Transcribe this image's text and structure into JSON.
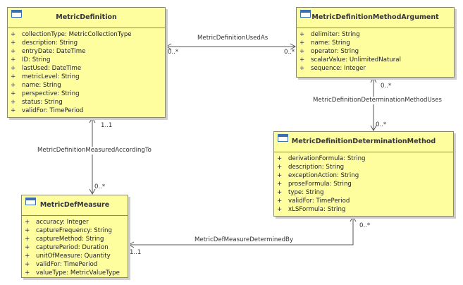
{
  "classes": {
    "metric_definition": {
      "title": "MetricDefinition",
      "attributes": [
        {
          "vis": "+",
          "text": "collectionType: MetricCollectionType"
        },
        {
          "vis": "+",
          "text": "description: String"
        },
        {
          "vis": "+",
          "text": "entryDate: DateTime"
        },
        {
          "vis": "+",
          "text": "ID: String"
        },
        {
          "vis": "+",
          "text": "lastUsed: DateTime"
        },
        {
          "vis": "+",
          "text": "metricLevel: String"
        },
        {
          "vis": "+",
          "text": "name: String"
        },
        {
          "vis": "+",
          "text": "perspective: String"
        },
        {
          "vis": "+",
          "text": "status: String"
        },
        {
          "vis": "+",
          "text": "validFor: TimePeriod"
        }
      ]
    },
    "method_argument": {
      "title": "MetricDefinitionMethodArgument",
      "attributes": [
        {
          "vis": "+",
          "text": "delimiter: String"
        },
        {
          "vis": "+",
          "text": "name: String"
        },
        {
          "vis": "+",
          "text": "operator: String"
        },
        {
          "vis": "+",
          "text": "scalarValue: UnlimitedNatural"
        },
        {
          "vis": "+",
          "text": "sequence: Integer"
        }
      ]
    },
    "determination_method": {
      "title": "MetricDefinitionDeterminationMethod",
      "attributes": [
        {
          "vis": "+",
          "text": "derivationFormula: String"
        },
        {
          "vis": "+",
          "text": "description: String"
        },
        {
          "vis": "+",
          "text": "exceptionAction: String"
        },
        {
          "vis": "+",
          "text": "proseFormula: String"
        },
        {
          "vis": "+",
          "text": "type: String"
        },
        {
          "vis": "+",
          "text": "validFor: TimePeriod"
        },
        {
          "vis": "+",
          "text": "xLSFormula: String"
        }
      ]
    },
    "def_measure": {
      "title": "MetricDefMeasure",
      "attributes": [
        {
          "vis": "+",
          "text": "accuracy: Integer"
        },
        {
          "vis": "+",
          "text": "captureFrequency: String"
        },
        {
          "vis": "+",
          "text": "captureMethod: String"
        },
        {
          "vis": "+",
          "text": "capturePeriod: Duration"
        },
        {
          "vis": "+",
          "text": "unitOfMeasure: Quantity"
        },
        {
          "vis": "+",
          "text": "validFor: TimePeriod"
        },
        {
          "vis": "+",
          "text": "valueType: MetricValueType"
        }
      ]
    }
  },
  "associations": {
    "used_as": {
      "label": "MetricDefinitionUsedAs",
      "mult_a": "0..*",
      "mult_b": "0..*"
    },
    "method_uses": {
      "label": "MetricDefinitionDeterminationMethodUses",
      "mult_a": "0..*",
      "mult_b": "0..*"
    },
    "measured_according_to": {
      "label": "MetricDefinitionMeasuredAccordingTo",
      "mult_a": "1..1",
      "mult_b": "0..*"
    },
    "measure_determined_by": {
      "label": "MetricDefMeasureDeterminedBy",
      "mult_a": "1..1",
      "mult_b": "0..*"
    }
  }
}
